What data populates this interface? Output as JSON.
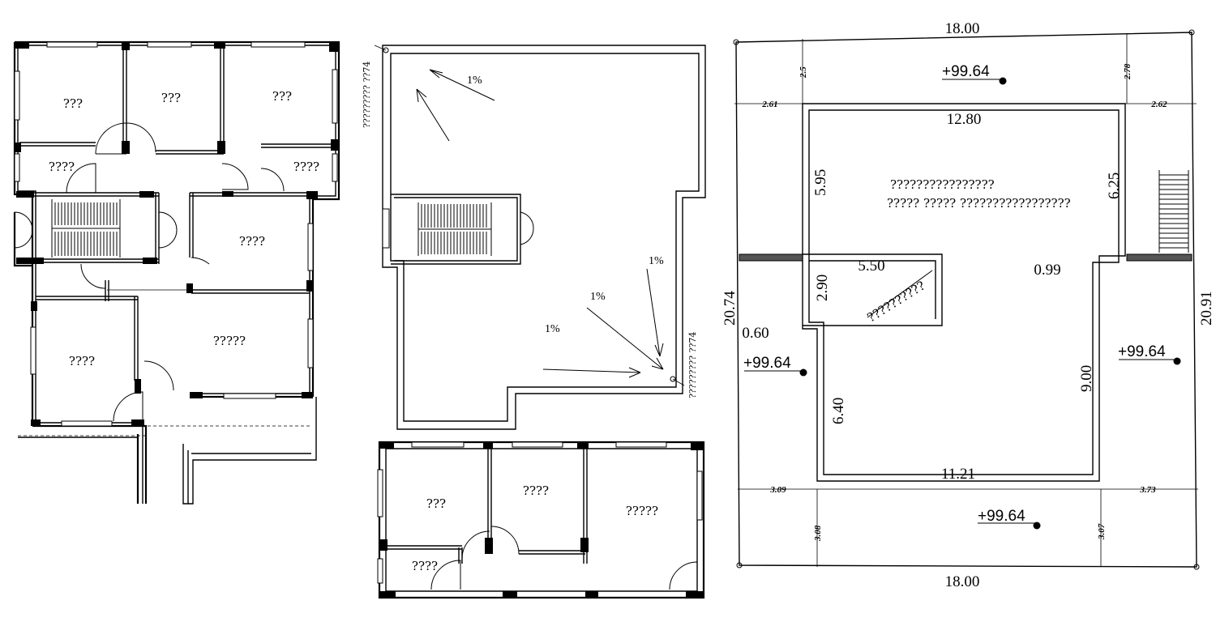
{
  "ground_floor": {
    "rooms": [
      "???",
      "???",
      "???",
      "????",
      "????",
      "????",
      "????",
      "?????"
    ]
  },
  "roof_plan": {
    "slope_labels": [
      "1%",
      "1%",
      "1%",
      "1%"
    ],
    "downpipe_label": "????????? ??74",
    "downpipe_label_2": "????????? ??74"
  },
  "first_floor": {
    "rooms": [
      "???",
      "????",
      "?????",
      "????"
    ]
  },
  "site_plan": {
    "dims": {
      "top_width": "18.00",
      "bottom_width": "18.00",
      "inner_top": "12.80",
      "inner_bottom": "11.21",
      "left_side": "20.74",
      "right_side": "20.91",
      "v_595": "5.95",
      "v_625": "6.25",
      "w_550": "5.50",
      "v_290": "2.90",
      "v_640": "6.40",
      "v_900": "9.00",
      "d_099": "0.99",
      "d_060": "0.60",
      "s_261": "2.61",
      "s_262": "2.62",
      "s_25": "2.5",
      "s_278": "2.78",
      "s_309": "3.09",
      "s_373": "3.73",
      "s_308": "3.08",
      "s_307": "3.07"
    },
    "levels": [
      "+99.64",
      "+99.64",
      "+99.64",
      "+99.64"
    ],
    "building_note_1": "????????????????",
    "building_note_2": "????? ????? ?????????????????",
    "stair_note": "??????????"
  }
}
